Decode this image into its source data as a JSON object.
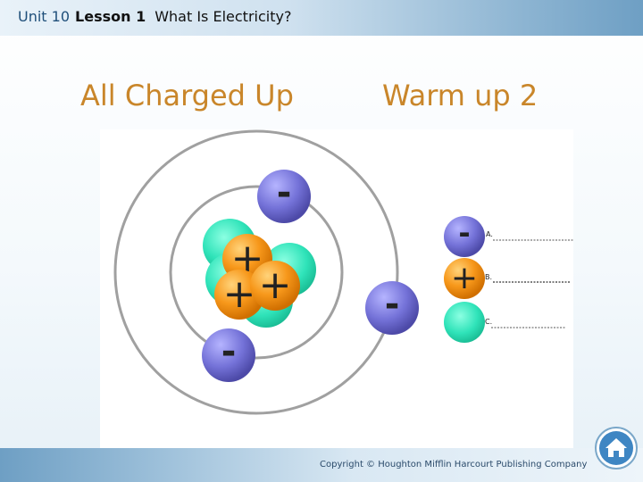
{
  "header": {
    "unit": "Unit 10",
    "lesson": "Lesson 1",
    "lesson_title": "What Is Electricity?"
  },
  "slide": {
    "title": "All Charged Up",
    "subtitle": "Warm up 2"
  },
  "figure": {
    "symbols": {
      "minus": "-",
      "plus": "+"
    },
    "legend_labels": [
      "A.",
      "B.",
      "C."
    ],
    "colors": {
      "electron": "#7a78d6",
      "proton": "#f59a1d",
      "neutron": "#2fe0b8",
      "orbit": "#9a9a9a"
    }
  },
  "footer": {
    "copyright": "Copyright © Houghton Mifflin Harcourt Publishing Company"
  },
  "icons": {
    "home": "home-icon"
  }
}
